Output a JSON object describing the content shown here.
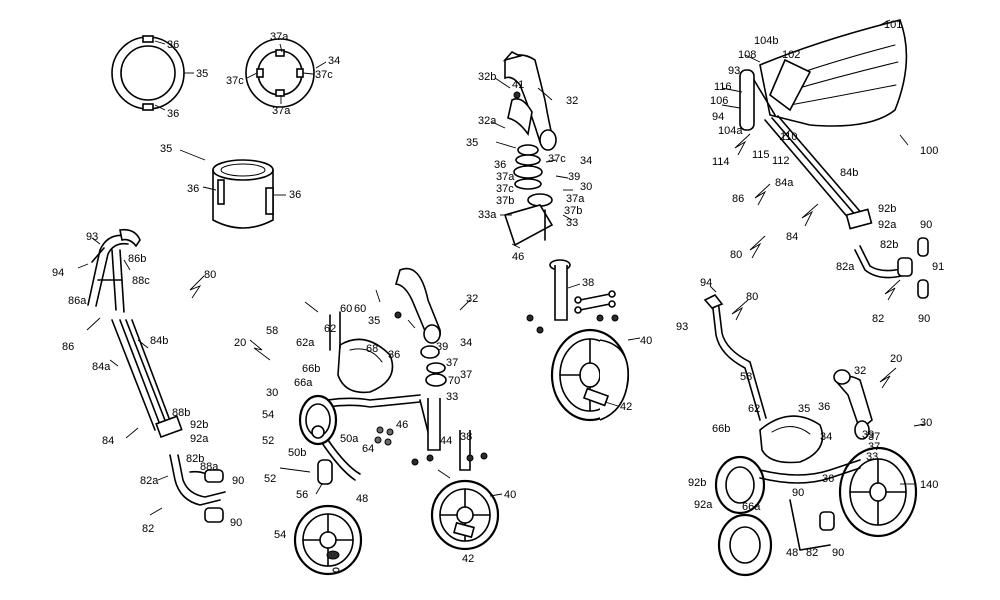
{
  "labels": [
    {
      "id": "l1",
      "text": "36"
    },
    {
      "id": "l2",
      "text": "35"
    },
    {
      "id": "l3",
      "text": "36"
    },
    {
      "id": "l4",
      "text": "37a"
    },
    {
      "id": "l5",
      "text": "34"
    },
    {
      "id": "l6",
      "text": "37c"
    },
    {
      "id": "l7",
      "text": "37c"
    },
    {
      "id": "l8",
      "text": "37a"
    },
    {
      "id": "l9",
      "text": "35"
    },
    {
      "id": "l10",
      "text": "36"
    },
    {
      "id": "l11",
      "text": "36"
    },
    {
      "id": "l12",
      "text": "93"
    },
    {
      "id": "l13",
      "text": "86b"
    },
    {
      "id": "l14",
      "text": "94"
    },
    {
      "id": "l15",
      "text": "88c"
    },
    {
      "id": "l16",
      "text": "86a"
    },
    {
      "id": "l17",
      "text": "80"
    },
    {
      "id": "l18",
      "text": "86"
    },
    {
      "id": "l19",
      "text": "84a"
    },
    {
      "id": "l20",
      "text": "84b"
    },
    {
      "id": "l21",
      "text": "88b"
    },
    {
      "id": "l22",
      "text": "92b"
    },
    {
      "id": "l23",
      "text": "84"
    },
    {
      "id": "l24",
      "text": "92a"
    },
    {
      "id": "l25",
      "text": "82b"
    },
    {
      "id": "l26",
      "text": "82a"
    },
    {
      "id": "l27",
      "text": "88a"
    },
    {
      "id": "l28",
      "text": "90"
    },
    {
      "id": "l29",
      "text": "82"
    },
    {
      "id": "l30",
      "text": "90"
    },
    {
      "id": "l31",
      "text": "32b"
    },
    {
      "id": "l32",
      "text": "41"
    },
    {
      "id": "l33",
      "text": "32"
    },
    {
      "id": "l34",
      "text": "32a"
    },
    {
      "id": "l35",
      "text": "35"
    },
    {
      "id": "l36",
      "text": "36"
    },
    {
      "id": "l37",
      "text": "37c"
    },
    {
      "id": "l38",
      "text": "34"
    },
    {
      "id": "l39",
      "text": "37a"
    },
    {
      "id": "l40",
      "text": "39"
    },
    {
      "id": "l41",
      "text": "37c"
    },
    {
      "id": "l42",
      "text": "30"
    },
    {
      "id": "l43",
      "text": "37b"
    },
    {
      "id": "l44",
      "text": "37a"
    },
    {
      "id": "l45",
      "text": "33a"
    },
    {
      "id": "l46",
      "text": "37b"
    },
    {
      "id": "l47",
      "text": "33"
    },
    {
      "id": "l48",
      "text": "46"
    },
    {
      "id": "l49",
      "text": "38"
    },
    {
      "id": "l50",
      "text": "40"
    },
    {
      "id": "l51",
      "text": "42"
    },
    {
      "id": "l52",
      "text": "101"
    },
    {
      "id": "l53",
      "text": "104b"
    },
    {
      "id": "l54",
      "text": "108"
    },
    {
      "id": "l55",
      "text": "102"
    },
    {
      "id": "l56",
      "text": "93"
    },
    {
      "id": "l57",
      "text": "116"
    },
    {
      "id": "l58",
      "text": "106"
    },
    {
      "id": "l59",
      "text": "94"
    },
    {
      "id": "l60",
      "text": "104a"
    },
    {
      "id": "l61",
      "text": "110"
    },
    {
      "id": "l62",
      "text": "100"
    },
    {
      "id": "l63",
      "text": "114"
    },
    {
      "id": "l64",
      "text": "115"
    },
    {
      "id": "l65",
      "text": "112"
    },
    {
      "id": "l66",
      "text": "86"
    },
    {
      "id": "l67",
      "text": "84a"
    },
    {
      "id": "l68",
      "text": "84b"
    },
    {
      "id": "l69",
      "text": "92b"
    },
    {
      "id": "l70",
      "text": "92a"
    },
    {
      "id": "l71",
      "text": "90"
    },
    {
      "id": "l72",
      "text": "84"
    },
    {
      "id": "l73",
      "text": "82b"
    },
    {
      "id": "l74",
      "text": "80"
    },
    {
      "id": "l75",
      "text": "82a"
    },
    {
      "id": "l76",
      "text": "91"
    },
    {
      "id": "l77",
      "text": "82"
    },
    {
      "id": "l78",
      "text": "90"
    },
    {
      "id": "l79",
      "text": "60"
    },
    {
      "id": "l80",
      "text": "60"
    },
    {
      "id": "l81",
      "text": "32"
    },
    {
      "id": "l82",
      "text": "58"
    },
    {
      "id": "l83",
      "text": "62"
    },
    {
      "id": "l84",
      "text": "35"
    },
    {
      "id": "l85",
      "text": "20"
    },
    {
      "id": "l86",
      "text": "62a"
    },
    {
      "id": "l87",
      "text": "68"
    },
    {
      "id": "l88",
      "text": "39"
    },
    {
      "id": "l89",
      "text": "34"
    },
    {
      "id": "l90",
      "text": "36"
    },
    {
      "id": "l91",
      "text": "66b"
    },
    {
      "id": "l92",
      "text": "37"
    },
    {
      "id": "l93",
      "text": "30"
    },
    {
      "id": "l94",
      "text": "66a"
    },
    {
      "id": "l95",
      "text": "70"
    },
    {
      "id": "l96",
      "text": "37"
    },
    {
      "id": "l97",
      "text": "33"
    },
    {
      "id": "l98",
      "text": "54"
    },
    {
      "id": "l99",
      "text": "46"
    },
    {
      "id": "l100",
      "text": "50a"
    },
    {
      "id": "l101",
      "text": "52"
    },
    {
      "id": "l102",
      "text": "64"
    },
    {
      "id": "l103",
      "text": "44"
    },
    {
      "id": "l104",
      "text": "38"
    },
    {
      "id": "l105",
      "text": "50b"
    },
    {
      "id": "l106",
      "text": "52"
    },
    {
      "id": "l107",
      "text": "56"
    },
    {
      "id": "l108",
      "text": "48"
    },
    {
      "id": "l109",
      "text": "40"
    },
    {
      "id": "l110",
      "text": "54"
    },
    {
      "id": "l111",
      "text": "42"
    },
    {
      "id": "l112",
      "text": "94"
    },
    {
      "id": "l113",
      "text": "80"
    },
    {
      "id": "l114",
      "text": "93"
    },
    {
      "id": "l115",
      "text": "32"
    },
    {
      "id": "l116",
      "text": "20"
    },
    {
      "id": "l117",
      "text": "58"
    },
    {
      "id": "l118",
      "text": "62"
    },
    {
      "id": "l119",
      "text": "35"
    },
    {
      "id": "l120",
      "text": "36"
    },
    {
      "id": "l121",
      "text": "30"
    },
    {
      "id": "l122",
      "text": "34"
    },
    {
      "id": "l123",
      "text": "37"
    },
    {
      "id": "l124",
      "text": "39"
    },
    {
      "id": "l125",
      "text": "66b"
    },
    {
      "id": "l126",
      "text": "33"
    },
    {
      "id": "l127",
      "text": "37"
    },
    {
      "id": "l128",
      "text": "36"
    },
    {
      "id": "l129",
      "text": "140"
    },
    {
      "id": "l130",
      "text": "92b"
    },
    {
      "id": "l131",
      "text": "90"
    },
    {
      "id": "l132",
      "text": "92a"
    },
    {
      "id": "l133",
      "text": "66a"
    },
    {
      "id": "l134",
      "text": "48"
    },
    {
      "id": "l135",
      "text": "82"
    },
    {
      "id": "l136",
      "text": "90"
    }
  ]
}
